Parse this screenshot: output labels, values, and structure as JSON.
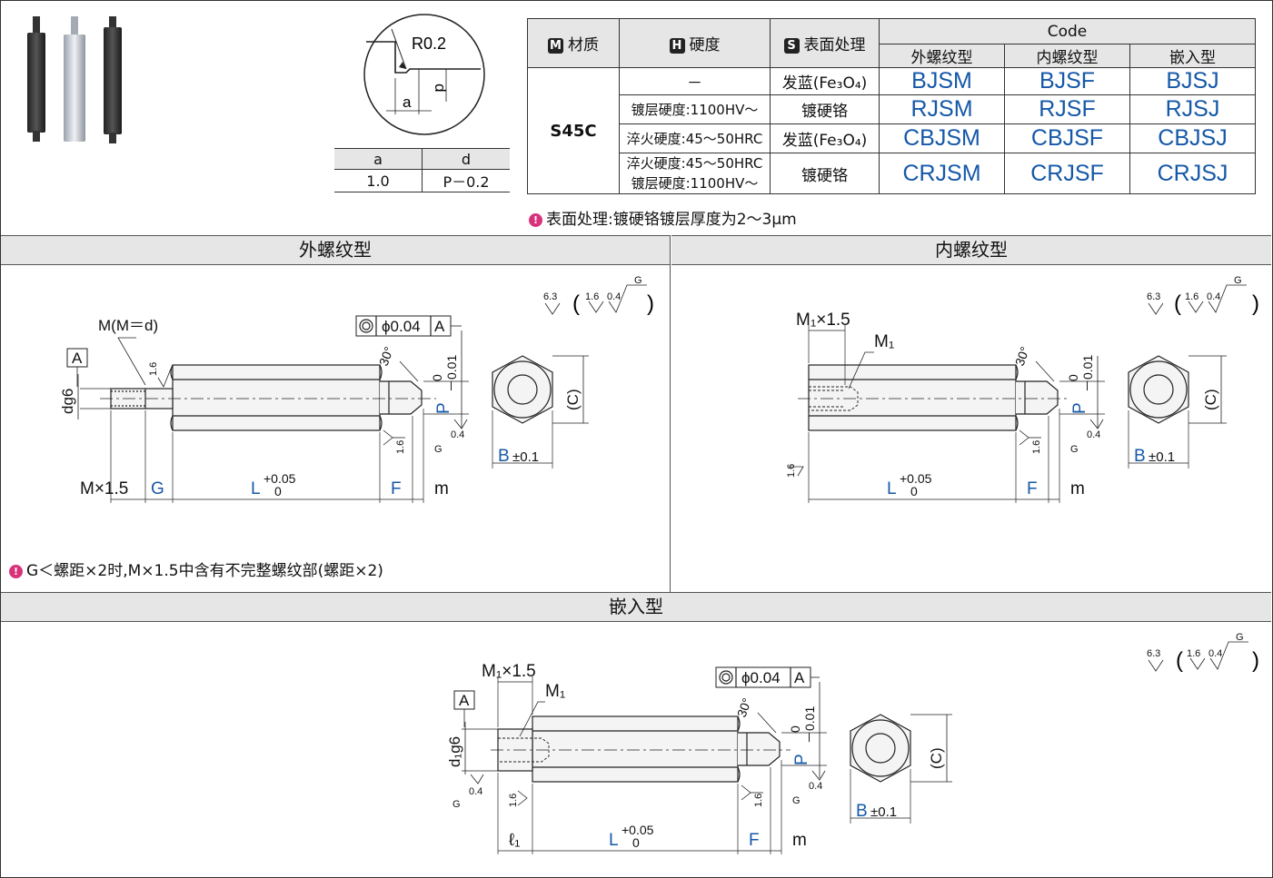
{
  "photo_alt": "",
  "detail": {
    "radius": "R0.2",
    "a_label": "a",
    "d_label": "d"
  },
  "ad_table": {
    "headers": [
      "a",
      "d"
    ],
    "values": [
      "1.0",
      "P－0.2"
    ]
  },
  "code_table": {
    "h_material_badge": "M",
    "h_material": "材质",
    "h_hardness_badge": "H",
    "h_hardness": "硬度",
    "h_surface_badge": "S",
    "h_surface": "表面处理",
    "h_code": "Code",
    "col_ext": "外螺纹型",
    "col_int": "内螺纹型",
    "col_ins": "嵌入型",
    "material": "S45C",
    "rows": [
      {
        "hardness": "－",
        "surface": "发蓝(Fe₃O₄)",
        "ext": "BJSM",
        "int": "BJSF",
        "ins": "BJSJ"
      },
      {
        "hardness": "镀层硬度:1100HV～",
        "surface": "镀硬铬",
        "ext": "RJSM",
        "int": "RJSF",
        "ins": "RJSJ"
      },
      {
        "hardness": "淬火硬度:45～50HRC",
        "surface": "发蓝(Fe₃O₄)",
        "ext": "CBJSM",
        "int": "CBJSF",
        "ins": "CBJSJ"
      },
      {
        "hardness": "淬火硬度:45～50HRC",
        "hardness2": "镀层硬度:1100HV～",
        "surface": "镀硬铬",
        "ext": "CRJSM",
        "int": "CRJSF",
        "ins": "CRJSJ"
      }
    ]
  },
  "note_surface": "表面处理:镀硬铬镀层厚度为2～3μm",
  "sections": {
    "ext": "外螺纹型",
    "int": "内螺纹型",
    "ins": "嵌入型"
  },
  "note_g": "G＜螺距×2时,M×1.5中含有不完整螺纹部(螺距×2)",
  "ext": {
    "m_label": "M(M＝d)",
    "datum": "A",
    "dg6": "dg6",
    "tol": "ϕ0.04",
    "tol_datum": "A",
    "angle": "30°",
    "p": "P",
    "p_up": "0",
    "p_lo": "－0.01",
    "mx": "M×1.5",
    "g": "G",
    "l": "L",
    "l_up": "+0.05",
    "l_lo": "0",
    "f": "F",
    "m": "m",
    "b": "B",
    "b_tol": "±0.1",
    "c": "(C)",
    "r16": "1.6",
    "r04": "0.4",
    "r63": "6.3",
    "gsym": "G"
  },
  "int": {
    "m1x": "M₁×1.5",
    "m1": "M₁",
    "angle": "30°",
    "p": "P",
    "p_up": "0",
    "p_lo": "－0.01",
    "l": "L",
    "l_up": "+0.05",
    "l_lo": "0",
    "f": "F",
    "m": "m",
    "b": "B",
    "b_tol": "±0.1",
    "c": "(C)",
    "r16": "1.6",
    "r04": "0.4",
    "r63": "6.3",
    "gsym": "G"
  },
  "ins": {
    "m1x": "M₁×1.5",
    "m1": "M₁",
    "datum": "A",
    "d1g6": "d₁g6",
    "tol": "ϕ0.04",
    "tol_datum": "A",
    "angle": "30°",
    "p": "P",
    "p_up": "0",
    "p_lo": "－0.01",
    "l1": "ℓ₁",
    "l": "L",
    "l_up": "+0.05",
    "l_lo": "0",
    "f": "F",
    "m": "m",
    "b": "B",
    "b_tol": "±0.1",
    "c": "(C)",
    "r16": "1.6",
    "r04": "0.4",
    "r63": "6.3",
    "gsym": "G"
  },
  "colors": {
    "blue": "#1558a8",
    "header_bg": "#e6e6e6",
    "pink": "#d8327a"
  }
}
